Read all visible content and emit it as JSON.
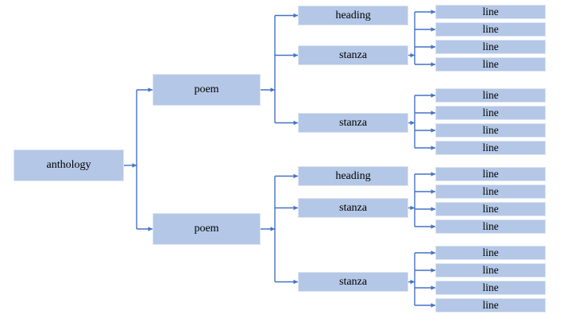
{
  "diagram": {
    "type": "tree",
    "colors": {
      "node_fill": "#b4c7e6",
      "node_border": "#dde5f4",
      "connector": "#4472c4",
      "text": "#000000",
      "background": "#ffffff"
    },
    "root": {
      "label": "anthology"
    },
    "poems": [
      {
        "label": "poem",
        "children": [
          {
            "label": "heading"
          },
          {
            "label": "stanza",
            "lines": [
              "line",
              "line",
              "line",
              "line"
            ]
          },
          {
            "label": "stanza",
            "lines": [
              "line",
              "line",
              "line",
              "line"
            ]
          }
        ]
      },
      {
        "label": "poem",
        "children": [
          {
            "label": "heading"
          },
          {
            "label": "stanza",
            "lines": [
              "line",
              "line",
              "line",
              "line"
            ]
          },
          {
            "label": "stanza",
            "lines": [
              "line",
              "line",
              "line",
              "line"
            ]
          }
        ]
      }
    ]
  }
}
